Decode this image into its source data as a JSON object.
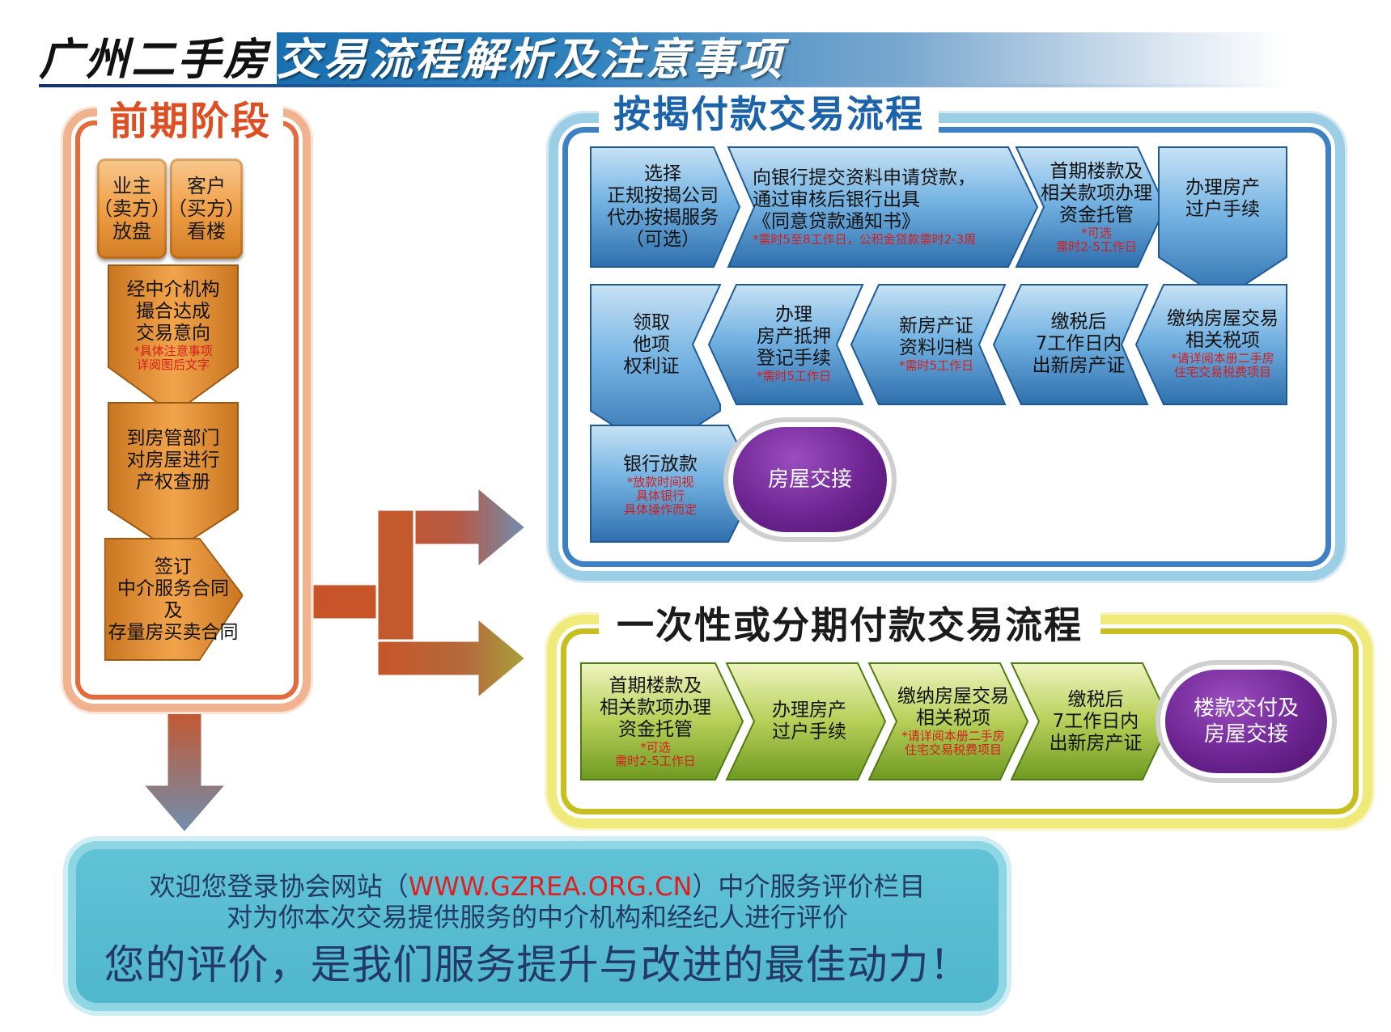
{
  "header": {
    "title_dark": "广州二手房",
    "title_light": "交易流程解析及注意事项"
  },
  "stage": {
    "title": "前期阶段",
    "owner": [
      "业主",
      "（卖方）",
      "放盘"
    ],
    "buyer": [
      "客户",
      "（买方）",
      "看楼"
    ],
    "broker": {
      "lines": [
        "经中介机构",
        "撮合达成",
        "交易意向"
      ],
      "note": [
        "*具体注意事项",
        "详阅图后文字"
      ]
    },
    "registry": [
      "到房管部门",
      "对房屋进行",
      "产权查册"
    ],
    "contract": [
      "签订",
      "中介服务合同",
      "及",
      "存量房买卖合同"
    ]
  },
  "mortgage": {
    "title": "按揭付款交易流程",
    "steps": [
      {
        "lines": [
          "选择",
          "正规按揭公司",
          "代办按揭服务",
          "（可选）"
        ],
        "note": []
      },
      {
        "lines": [
          "向银行提交资料申请贷款，",
          "通过审核后银行出具",
          "《同意贷款通知书》"
        ],
        "note": [
          "*需时5至8工作日，公积金贷款需时2-3周"
        ]
      },
      {
        "lines": [
          "首期楼款及",
          "相关款项办理",
          "资金托管"
        ],
        "note": [
          "*可选",
          "需时2-5工作日"
        ]
      },
      {
        "lines": [
          "办理房产",
          "过户手续"
        ],
        "note": []
      },
      {
        "lines": [
          "缴纳房屋交易",
          "相关税项"
        ],
        "note": [
          "*请详阅本册二手房",
          "住宅交易税费项目"
        ]
      },
      {
        "lines": [
          "缴税后",
          "7工作日内",
          "出新房产证"
        ],
        "note": []
      },
      {
        "lines": [
          "新房产证",
          "资料归档"
        ],
        "note": [
          "*需时5工作日"
        ]
      },
      {
        "lines": [
          "办理",
          "房产抵押",
          "登记手续"
        ],
        "note": [
          "*需时5工作日"
        ]
      },
      {
        "lines": [
          "领取",
          "他项",
          "权利证"
        ],
        "note": []
      },
      {
        "lines": [
          "银行放款"
        ],
        "note": [
          "*放款时间视",
          "具体银行",
          "具体操作而定"
        ]
      }
    ],
    "final": "房屋交接"
  },
  "lumpsum": {
    "title": "一次性或分期付款交易流程",
    "steps": [
      {
        "lines": [
          "首期楼款及",
          "相关款项办理",
          "资金托管"
        ],
        "note": [
          "*可选",
          "需时2-5工作日"
        ]
      },
      {
        "lines": [
          "办理房产",
          "过户手续"
        ],
        "note": []
      },
      {
        "lines": [
          "缴纳房屋交易",
          "相关税项"
        ],
        "note": [
          "*请详阅本册二手房",
          "住宅交易税费项目"
        ]
      },
      {
        "lines": [
          "缴税后",
          "7工作日内",
          "出新房产证"
        ],
        "note": []
      }
    ],
    "final": [
      "楼款交付及",
      "房屋交接"
    ]
  },
  "footer": {
    "line1_before": "欢迎您登录协会网站（",
    "url": "WWW.GZREA.ORG.CN",
    "line1_after": "）中介服务评价栏目",
    "line2": "对为你本次交易提供服务的中介机构和经纪人进行评价",
    "line3": "您的评价，是我们服务提升与改进的最佳动力！"
  },
  "colors": {
    "stage_accent": "#dd4e22",
    "mortgage_accent": "#1d63a9",
    "lumpsum_accent": "#c7bf1f",
    "final_step": "#6e2592",
    "footer_bg": "#4fb6cc",
    "note": "#d61d1d"
  }
}
